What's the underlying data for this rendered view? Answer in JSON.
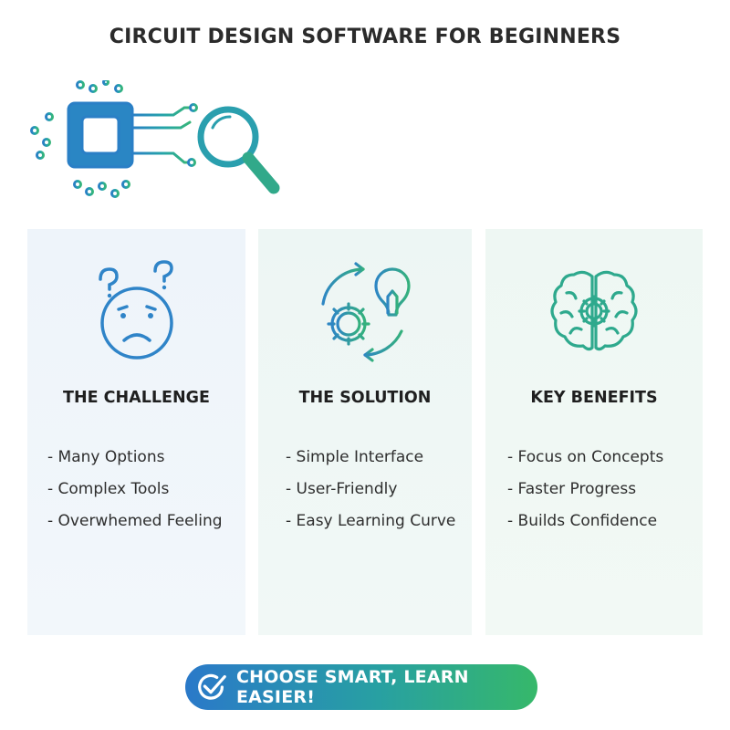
{
  "title": "CIRCUIT DESIGN SOFTWARE FOR BEGINNERS",
  "colors": {
    "blue": "#2a79c9",
    "teal": "#28a0a2",
    "green": "#36b86a",
    "challenge_bg": "#eef4fa",
    "solution_bg": "#edf6f4",
    "benefits_bg": "#eef7f3"
  },
  "hero_icons": [
    "circuit-chip-icon",
    "magnifier-icon"
  ],
  "cards": [
    {
      "icon": "confused-face-icon",
      "heading": "THE CHALLENGE",
      "items": [
        "- Many Options",
        "- Complex Tools",
        "- Overwhemed Feeling"
      ]
    },
    {
      "icon": "gear-lightbulb-icon",
      "heading": "THE SOLUTION",
      "items": [
        "- Simple Interface",
        "- User-Friendly",
        "- Easy Learning Curve"
      ]
    },
    {
      "icon": "brain-gear-icon",
      "heading": "KEY BENEFITS",
      "items": [
        "- Focus on Concepts",
        "- Faster Progress",
        "- Builds Confidence"
      ]
    }
  ],
  "cta": {
    "icon": "check-circle-icon",
    "label": "CHOOSE SMART, LEARN EASIER!"
  }
}
